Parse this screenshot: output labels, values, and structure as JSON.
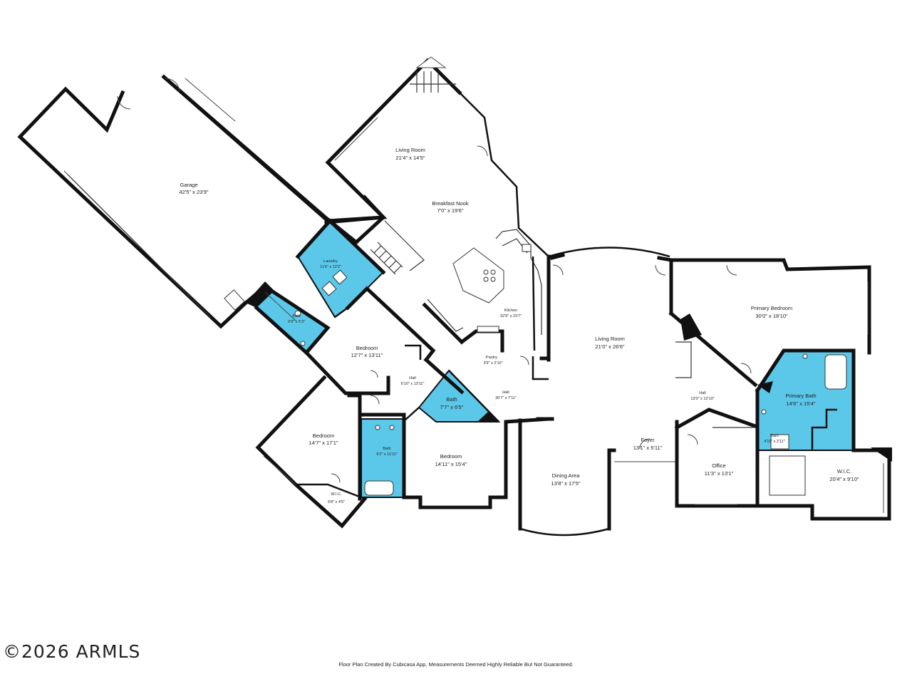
{
  "colors": {
    "wet_room_fill": "#5bc8ea",
    "wall": "#111111",
    "background": "#ffffff"
  },
  "rooms": {
    "garage": {
      "name": "Garage",
      "dim": "42'5\" x 23'9\""
    },
    "living_room_north": {
      "name": "Living Room",
      "dim": "21'4\" x 14'5\""
    },
    "breakfast_nook": {
      "name": "Breakfast Nook",
      "dim": "7'0\" x 19'6\""
    },
    "laundry": {
      "name": "Laundry",
      "dim": "11'6\" x 12'2\""
    },
    "bath_garage": {
      "name": "Bath",
      "dim": "9'9\" x 5'3\""
    },
    "kitchen": {
      "name": "Kitchen",
      "dim": "32'9\" x 23'7\""
    },
    "pantry": {
      "name": "Pantry",
      "dim": "3'9\" x 2'10\""
    },
    "bedroom_12": {
      "name": "Bedroom",
      "dim": "12'7\" x 13'11\""
    },
    "hall_west": {
      "name": "Hall",
      "dim": "6'10\" x 13'11\""
    },
    "bath_77": {
      "name": "Bath",
      "dim": "7'7\" x 6'5\""
    },
    "hall_center": {
      "name": "Hall",
      "dim": "30'7\" x 7'11\""
    },
    "bedroom_14": {
      "name": "Bedroom",
      "dim": "14'7\" x 17'1\""
    },
    "bath_62": {
      "name": "Bath",
      "dim": "6'2\" x 11'11\""
    },
    "bedroom_1411": {
      "name": "Bedroom",
      "dim": "14'11\" x 15'4\""
    },
    "wic_west": {
      "name": "W.I.C.",
      "dim": "5'8\" x 4'5\""
    },
    "dining_area": {
      "name": "Dining Area",
      "dim": "13'8\" x 17'5\""
    },
    "living_room_main": {
      "name": "Living Room",
      "dim": "21'0\" x 26'6\""
    },
    "foyer": {
      "name": "Foyer",
      "dim": "13'1\" x 5'11\""
    },
    "primary_bedroom": {
      "name": "Primary Bedroom",
      "dim": "30'0\" x 18'10\""
    },
    "hall_east": {
      "name": "Hall",
      "dim": "13'0\" x 12'10\""
    },
    "primary_bath": {
      "name": "Primary Bath",
      "dim": "14'6\" x 15'4\""
    },
    "bath_small": {
      "name": "Bath",
      "dim": "4'11\" x 2'11\""
    },
    "office": {
      "name": "Office",
      "dim": "11'3\" x 13'1\""
    },
    "wic_east": {
      "name": "W.I.C.",
      "dim": "20'4\" x 9'10\""
    }
  },
  "watermark": "©2026 ARMLS",
  "footer": "Floor Plan Created By Cubicasa App. Measurements Deemed Highly Reliable But Not Guaranteed."
}
